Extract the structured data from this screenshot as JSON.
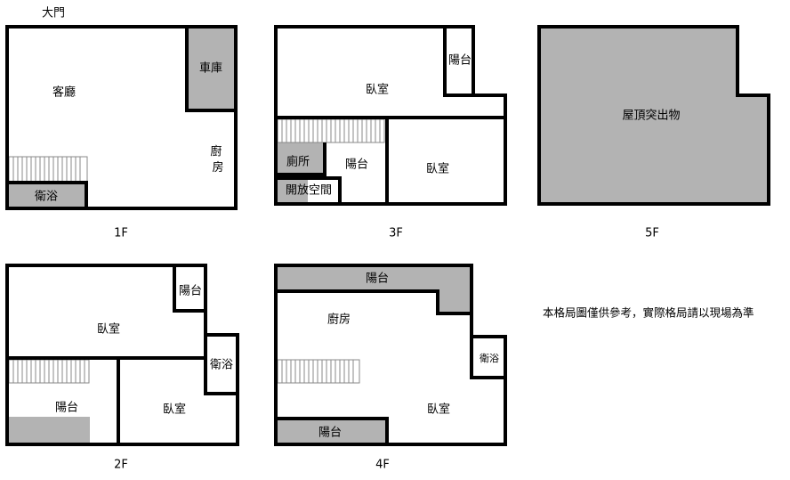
{
  "entrance": "大門",
  "floors": {
    "f1": {
      "caption": "1F",
      "rooms": {
        "living": "客廳",
        "garage": "車庫",
        "kitchen": "廚\n房",
        "bath": "衛浴"
      }
    },
    "f2": {
      "caption": "2F",
      "rooms": {
        "balcony_top": "陽台",
        "bedroom_main": "臥室",
        "bath": "衛浴",
        "balcony_left": "陽台",
        "bedroom_right": "臥室"
      }
    },
    "f3": {
      "caption": "3F",
      "rooms": {
        "balcony_top": "陽台",
        "bedroom_main": "臥室",
        "toilet": "廁所",
        "balcony_mid": "陽台",
        "bedroom_right": "臥室",
        "open_space": "開放空間"
      }
    },
    "f4": {
      "caption": "4F",
      "rooms": {
        "balcony_top": "陽台",
        "kitchen": "廚房",
        "bath": "衛浴",
        "bedroom": "臥室",
        "balcony_bottom": "陽台"
      }
    },
    "f5": {
      "caption": "5F",
      "rooms": {
        "roof_structure": "屋頂突出物"
      }
    }
  },
  "disclaimer": "本格局圖僅供參考，實際格局請以現場為準",
  "colors": {
    "wall": "#000000",
    "fill_gray": "#b3b3b3",
    "stair_line": "#8a8a8a",
    "background": "#ffffff"
  }
}
